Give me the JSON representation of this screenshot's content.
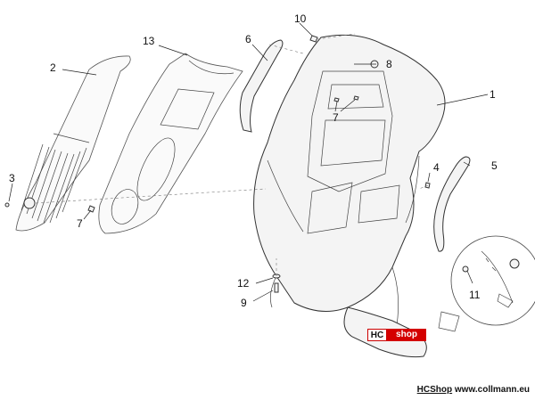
{
  "callouts": {
    "c1": "1",
    "c2": "2",
    "c3": "3",
    "c4": "4",
    "c5": "5",
    "c6": "6",
    "c7a": "7",
    "c7b": "7",
    "c8": "8",
    "c9": "9",
    "c10": "10",
    "c11": "11",
    "c12": "12",
    "c13": "13"
  },
  "logo": {
    "hc": "HC",
    "shop": "shop"
  },
  "footer": {
    "brand": "HCShop",
    "url": "www.collmann.eu"
  },
  "colors": {
    "logo_red": "#d40000",
    "line": "#333333",
    "background": "#ffffff"
  }
}
